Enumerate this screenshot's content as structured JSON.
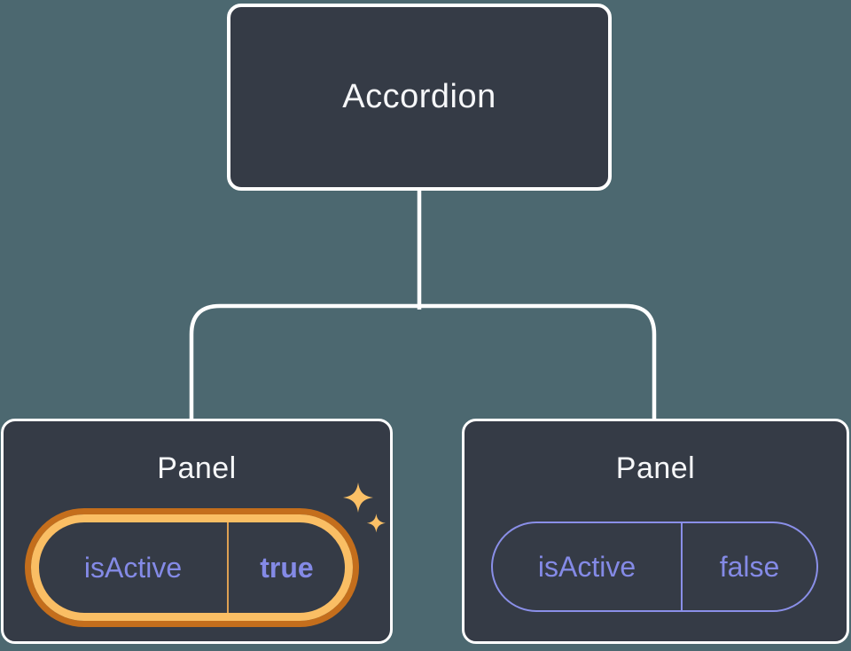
{
  "diagram": {
    "root": {
      "label": "Accordion"
    },
    "panels": [
      {
        "title": "Panel",
        "highlighted": true,
        "prop": {
          "name": "isActive",
          "value": "true"
        }
      },
      {
        "title": "Panel",
        "highlighted": false,
        "prop": {
          "name": "isActive",
          "value": "false"
        }
      }
    ]
  },
  "icons": {
    "sparkle": "✦"
  },
  "colors": {
    "background": "#4C6870",
    "node_fill": "#353B46",
    "node_border": "#FFFFFF",
    "node_text": "#F6F7F9",
    "prop_text": "#848AE6",
    "pill_border_inactive": "#8A8FE8",
    "highlight_ring_outer": "#C46E1C",
    "highlight_ring_inner": "#FABE64",
    "highlight_divider": "#DDA052",
    "sparkle": "#FBC066",
    "connector": "#FFFFFF"
  }
}
